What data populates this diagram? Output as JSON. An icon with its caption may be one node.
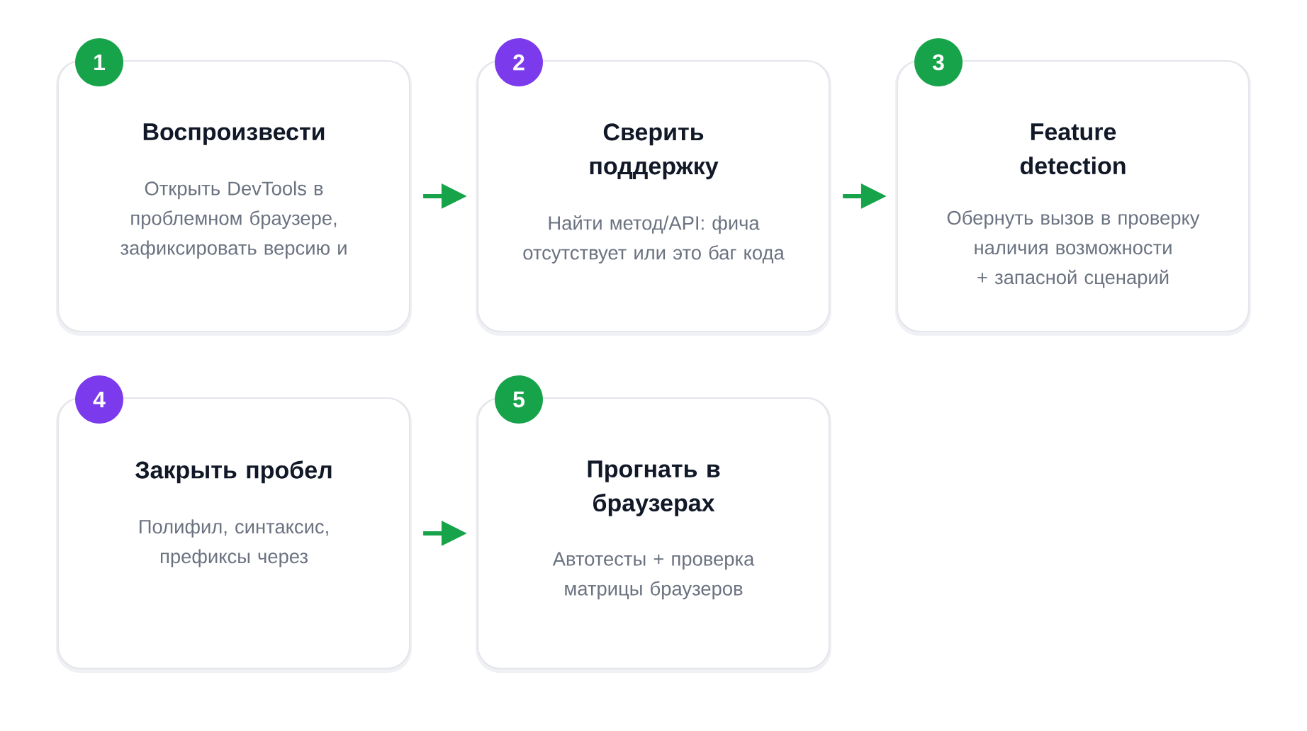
{
  "diagram": {
    "nodes": [
      {
        "text": [
          "1"
        ]
      },
      {
        "text": [
          "Воспроизвести",
          "Открыть DevTools в проблемном браузере, зафиксировать версию и"
        ]
      },
      {
        "text": [
          "2"
        ]
      },
      {
        "text": [
          "Сверить поддержку",
          "Найти метод/API: фича отсутствует или это баг кода"
        ]
      },
      {
        "text": [
          "3"
        ]
      },
      {
        "text": [
          "Feature detection",
          "Обернуть вызов в проверку наличия возможности + запасной сценарий"
        ]
      },
      {
        "text": [
          "4"
        ]
      },
      {
        "text": [
          "Закрыть пробел",
          "Полифил, синтаксис, префиксы через"
        ]
      },
      {
        "text": [
          "5"
        ]
      },
      {
        "text": [
          "Прогнать в браузерах",
          "Автотесты + проверка матрицы браузеров"
        ]
      }
    ],
    "edges": [
      {
        "from": 1,
        "to": 3,
        "arrow": "to"
      },
      {
        "from": 3,
        "to": 5,
        "arrow": "to"
      },
      {
        "from": 7,
        "to": 9,
        "arrow": "to"
      }
    ]
  }
}
